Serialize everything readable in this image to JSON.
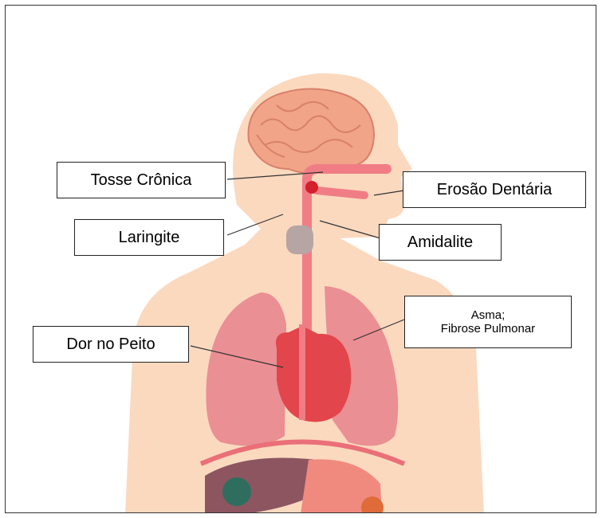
{
  "labels": {
    "tosse": "Tosse Crônica",
    "erosao": "Erosão Dentária",
    "laringite": "Laringite",
    "amidalite": "Amidalite",
    "asma_line1": "Asma;",
    "asma_line2": "Fibrose Pulmonar",
    "dor": "Dor no Peito"
  },
  "colors": {
    "skin": "#fbd9bf",
    "brain": "#f1a488",
    "brain_line": "#d9806b",
    "esophagus": "#f07d86",
    "lung": "#ea8f93",
    "heart": "#e2454b",
    "larynx": "#b7a4a4",
    "liver": "#8c5560",
    "stomach": "#f08a7e",
    "gallbladder": "#2f6e5e",
    "leader_line": "#333333"
  }
}
